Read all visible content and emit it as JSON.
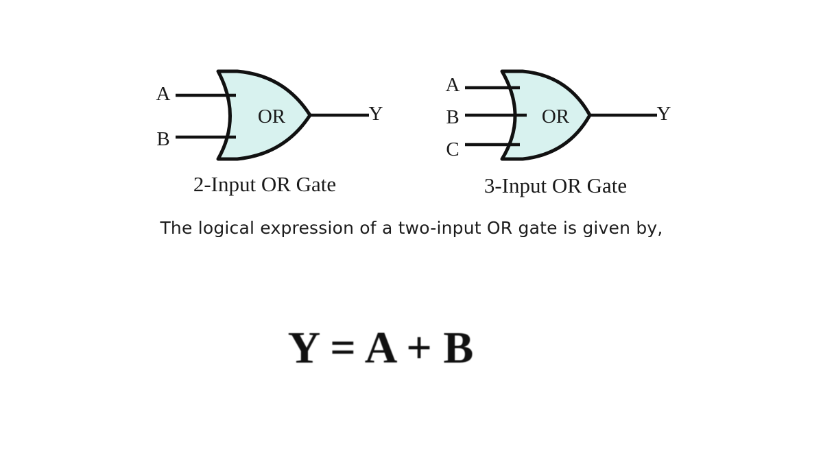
{
  "gates": [
    {
      "label": "OR",
      "inputs": [
        "A",
        "B"
      ],
      "output": "Y",
      "caption": "2-Input OR Gate"
    },
    {
      "label": "OR",
      "inputs": [
        "A",
        "B",
        "C"
      ],
      "output": "Y",
      "caption": "3-Input OR Gate"
    }
  ],
  "colors": {
    "gate_fill": "#d8f2ef",
    "stroke": "#111111"
  },
  "text": {
    "caption": "The logical expression of a two-input OR gate is given by,",
    "equation": "Y = A + B"
  }
}
